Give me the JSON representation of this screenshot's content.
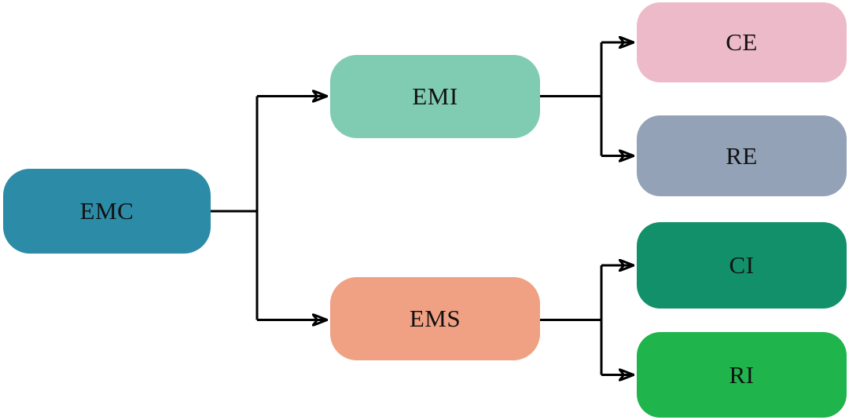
{
  "diagram": {
    "background": "#ffffff",
    "line_color": "#000000",
    "text_color": "#111111",
    "nodes": [
      {
        "id": "emc",
        "label": "EMC",
        "color": "#2c8ba7"
      },
      {
        "id": "emi",
        "label": "EMI",
        "color": "#80ccb2"
      },
      {
        "id": "ems",
        "label": "EMS",
        "color": "#f0a184"
      },
      {
        "id": "ce",
        "label": "CE",
        "color": "#edbac9"
      },
      {
        "id": "re",
        "label": "RE",
        "color": "#93a2b6"
      },
      {
        "id": "ci",
        "label": "CI",
        "color": "#12906a"
      },
      {
        "id": "ri",
        "label": "RI",
        "color": "#1fb44c"
      }
    ],
    "edges": [
      {
        "from": "EMC",
        "to": "EMI"
      },
      {
        "from": "EMC",
        "to": "EMS"
      },
      {
        "from": "EMI",
        "to": "CE"
      },
      {
        "from": "EMI",
        "to": "RE"
      },
      {
        "from": "EMS",
        "to": "CI"
      },
      {
        "from": "EMS",
        "to": "RI"
      }
    ]
  }
}
